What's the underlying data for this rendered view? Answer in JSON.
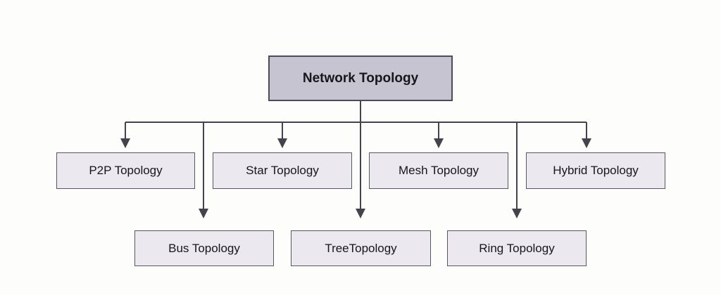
{
  "diagram": {
    "root": {
      "label": "Network Topology"
    },
    "level1": [
      {
        "label": "P2P Topology"
      },
      {
        "label": "Star Topology"
      },
      {
        "label": "Mesh Topology"
      },
      {
        "label": "Hybrid Topology"
      }
    ],
    "level2": [
      {
        "label": "Bus Topology"
      },
      {
        "label": "TreeTopology"
      },
      {
        "label": "Ring Topology"
      }
    ],
    "colors": {
      "background": "#fdfdfb",
      "root_fill": "#c7c4d1",
      "root_border": "#4d4b55",
      "child_fill": "#ebe8ef",
      "child_border": "#595660",
      "line": "#44434b",
      "text": "#17161b"
    }
  }
}
